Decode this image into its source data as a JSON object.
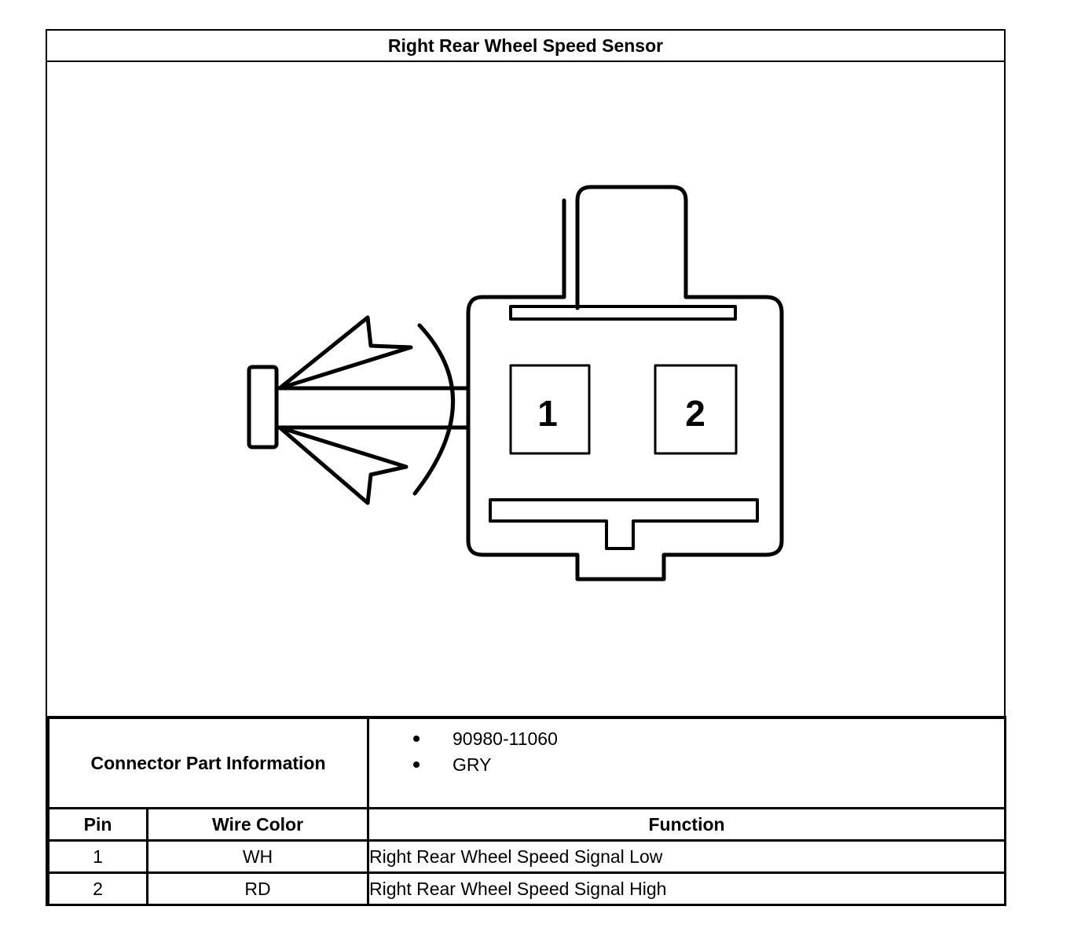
{
  "title": "Right Rear Wheel Speed Sensor",
  "connector": {
    "cavities": [
      "1",
      "2"
    ]
  },
  "part_info": {
    "label": "Connector Part Information",
    "items": [
      "90980-11060",
      "GRY"
    ]
  },
  "pin_table": {
    "headers": {
      "pin": "Pin",
      "wire_color": "Wire Color",
      "function": "Function"
    },
    "rows": [
      {
        "pin": "1",
        "wire_color": "WH",
        "function": "Right Rear Wheel Speed Signal Low"
      },
      {
        "pin": "2",
        "wire_color": "RD",
        "function": "Right Rear Wheel Speed Signal High"
      }
    ]
  }
}
